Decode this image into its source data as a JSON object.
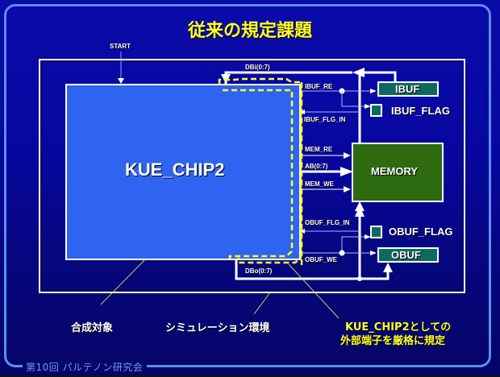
{
  "slide": {
    "title": "従来の規定課題",
    "footer": "第10回 パルテノン研究会"
  },
  "diagram": {
    "start_label": "START",
    "chip_label": "KUE_CHIP2",
    "memory_label": "MEMORY",
    "ibuf_label": "IBUF",
    "ibuf_flag_label": "IBUF_FLAG",
    "obuf_label": "OBUF",
    "obuf_flag_label": "OBUF_FLAG",
    "signals": {
      "dbi": "DBi(0:7)",
      "ibuf_re": "IBUF_RE",
      "ibuf_flg_in": "IBUF_FLG_IN",
      "mem_re": "MEM_RE",
      "ab": "AB(0:7)",
      "mem_we": "MEM_WE",
      "obuf_flg_in": "OBUF_FLG_IN",
      "obuf_we": "OBUF_WE",
      "dbo": "DBo(0:7)"
    },
    "annotations": {
      "synthesis_target": "合成対象",
      "simulation_env": "シミュレーション環境",
      "spec_line1": "KUE_CHIP2としての",
      "spec_line2": "外部端子を厳格に規定"
    },
    "colors": {
      "background": "#0707a0",
      "chip_fill": "#2f64f0",
      "memory_fill": "#2e6a10",
      "buffer_fill": "#0e6a60",
      "highlight": "#ffff2a",
      "frame": "#5c8ef0"
    }
  }
}
